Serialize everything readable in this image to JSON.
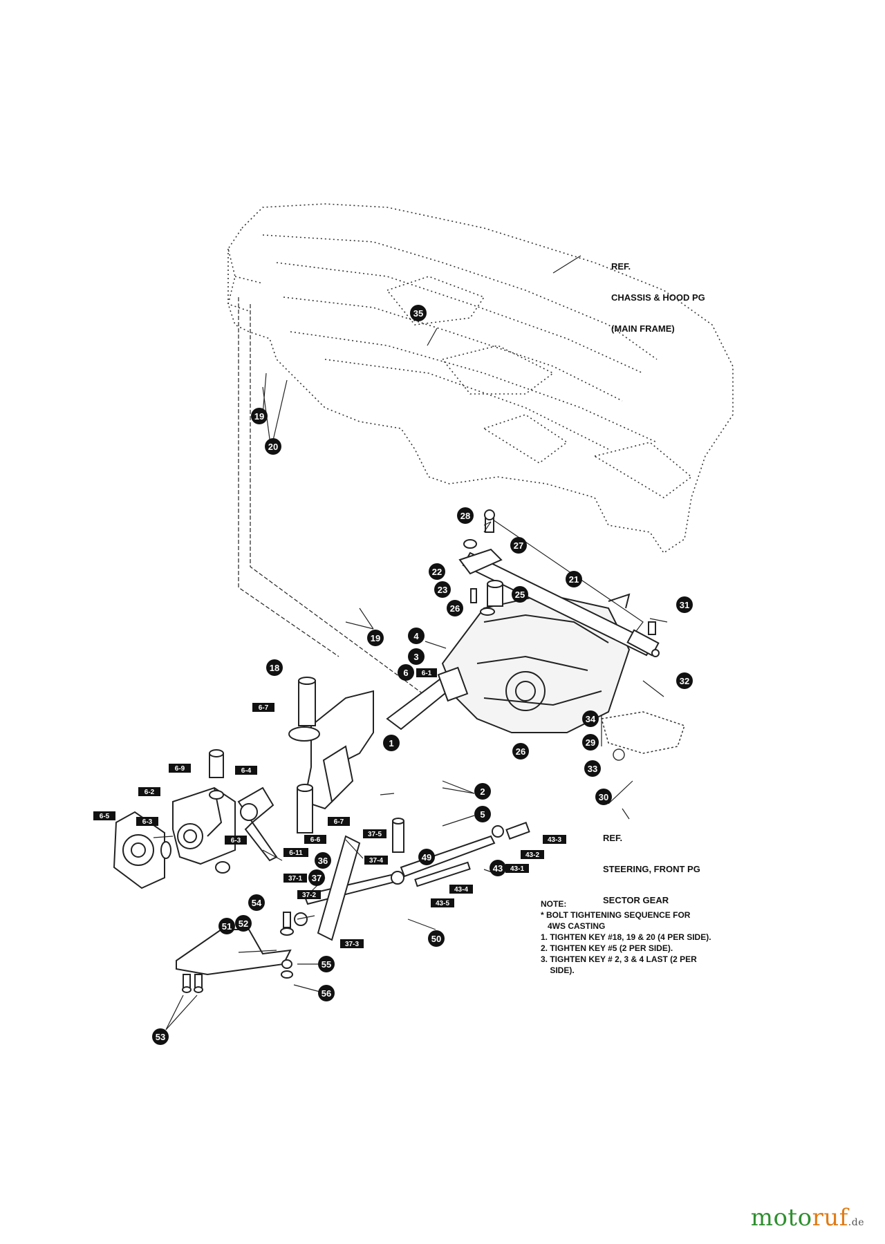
{
  "references": {
    "chassis": [
      "REF.",
      "CHASSIS & HOOD PG",
      "(MAIN FRAME)"
    ],
    "steering": [
      "REF.",
      "STEERING, FRONT PG",
      "SECTOR GEAR"
    ]
  },
  "note": {
    "title": "NOTE:",
    "lines": [
      "* BOLT TIGHTENING SEQUENCE FOR",
      "   4WS CASTING",
      "1. TIGHTEN KEY #18, 19 & 20 (4 PER SIDE).",
      "2. TIGHTEN KEY #5 (2 PER SIDE).",
      "3. TIGHTEN KEY # 2, 3 & 4 LAST (2 PER",
      "    SIDE)."
    ]
  },
  "callouts": [
    "35",
    "19",
    "20",
    "28",
    "27",
    "22",
    "21",
    "23",
    "25",
    "26",
    "31",
    "4",
    "3",
    "19",
    "18",
    "6",
    "6-1",
    "32",
    "6-7",
    "34",
    "29",
    "26",
    "1",
    "33",
    "30",
    "6-9",
    "6-4",
    "2",
    "6-2",
    "5",
    "6-5",
    "6-3",
    "6-7",
    "37-5",
    "43-3",
    "6-3",
    "6-6",
    "6-11",
    "43-2",
    "36",
    "37-4",
    "49",
    "43",
    "43-1",
    "37-1",
    "37",
    "43-4",
    "54",
    "37-2",
    "43-5",
    "51",
    "52",
    "50",
    "37-3",
    "55",
    "56",
    "53"
  ],
  "watermark": {
    "part1": "moto",
    "part2": "ruf",
    "suffix": ".de"
  }
}
